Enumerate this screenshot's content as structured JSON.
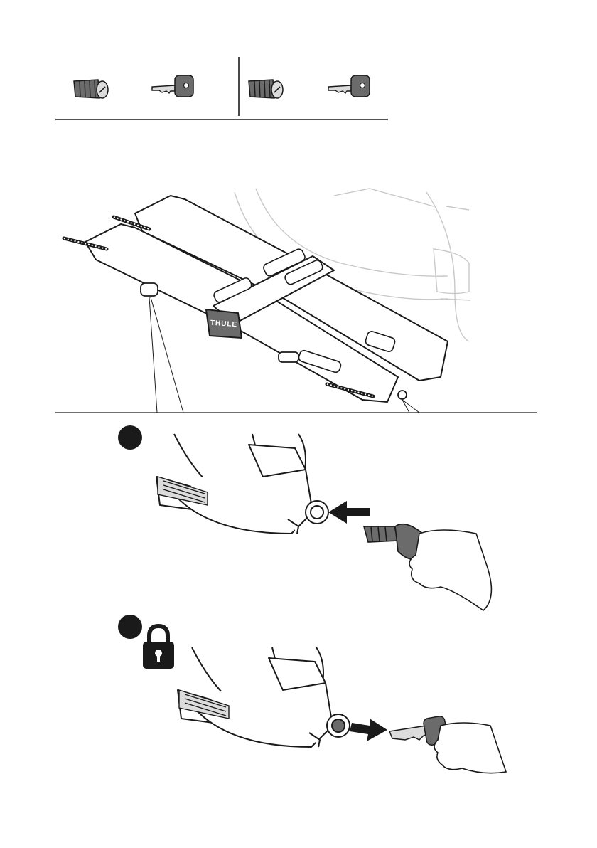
{
  "parts": [
    {
      "icon": "lock-cylinder-icon"
    },
    {
      "icon": "key-icon"
    },
    {
      "icon": "lock-cylinder-icon"
    },
    {
      "icon": "key-icon"
    }
  ],
  "brand_label": "THULE",
  "steps": [
    {
      "icon": "step-1-marker",
      "description_icon": "insert-lock-cylinder-illustration"
    },
    {
      "icon": "step-2-marker",
      "description_icon": "remove-key-illustration",
      "status_icon": "padlock-locked-icon"
    }
  ],
  "colors": {
    "ink": "#1a1a1a",
    "grey_part": "#6b6b6b",
    "light_line": "#c8c8c8",
    "arrow": "#1a1a1a"
  }
}
